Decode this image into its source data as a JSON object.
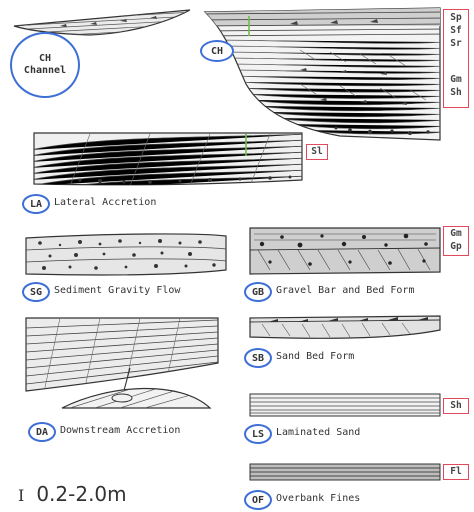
{
  "units": {
    "ch": {
      "badge": "CH",
      "channel_label": "CH Channel",
      "codes": [
        "Sp",
        "Sf",
        "Sr",
        "Gm",
        "Sh"
      ]
    },
    "la": {
      "badge": "LA",
      "caption": "Lateral Accretion",
      "codes": [
        "Sl"
      ]
    },
    "sg": {
      "badge": "SG",
      "caption": "Sediment Gravity Flow"
    },
    "gb": {
      "badge": "GB",
      "caption": "Gravel Bar and Bed Form",
      "codes": [
        "Gm",
        "Gp"
      ]
    },
    "sb": {
      "badge": "SB",
      "caption": "Sand Bed Form"
    },
    "da": {
      "badge": "DA",
      "caption": "Downstream Accretion"
    },
    "ls": {
      "badge": "LS",
      "caption": "Laminated Sand",
      "codes": [
        "Sh"
      ]
    },
    "of": {
      "badge": "OF",
      "caption": "Overbank Fines",
      "codes": [
        "Fl"
      ]
    }
  },
  "scale_bar": {
    "label": "0.2-2.0m"
  },
  "colors": {
    "badge_outline": "#3d6fd6",
    "code_box": "#e04a5a",
    "ink": "#333333",
    "marker": "#6fbf4a"
  }
}
